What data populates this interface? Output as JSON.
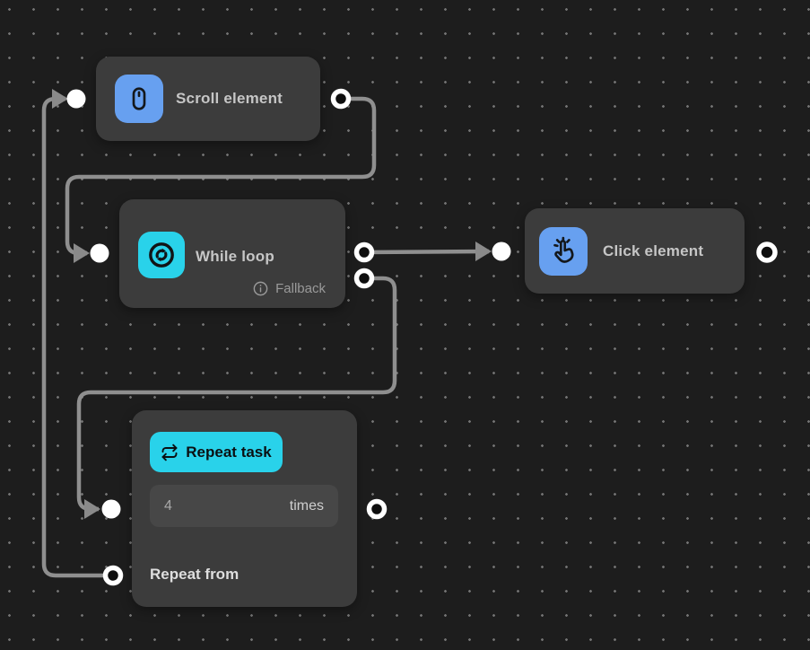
{
  "canvas": {
    "background_color": "#1d1d1d",
    "dot_color": "#8a8a8a",
    "edge_color": "#8f8f8f",
    "node_color": "#3c3c3c",
    "port_color": "#ffffff"
  },
  "nodes": {
    "scroll": {
      "title": "Scroll element",
      "icon": "mouse-icon",
      "icon_color": "#67a0f0"
    },
    "while": {
      "title": "While loop",
      "icon": "loop-icon",
      "icon_color": "#29d2ea",
      "fallback_label": "Fallback"
    },
    "click": {
      "title": "Click element",
      "icon": "tap-icon",
      "icon_color": "#67a0f0"
    },
    "repeat": {
      "button_label": "Repeat task",
      "icon": "repeat-icon",
      "accent_color": "#29d2ea",
      "times_value": "4",
      "times_suffix": "times",
      "repeat_from_label": "Repeat from"
    }
  }
}
